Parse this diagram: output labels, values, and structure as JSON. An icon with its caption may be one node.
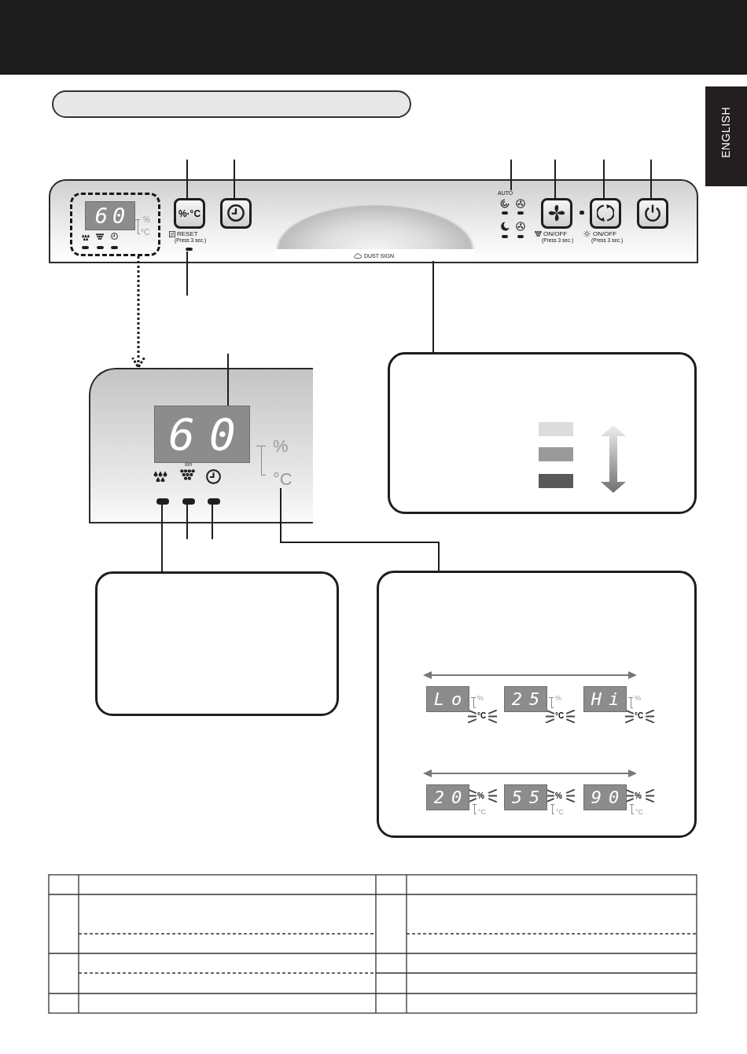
{
  "diagram": {
    "nodes": [
      {
        "text": [
          "ENGLISH"
        ]
      },
      {
        "text": [],
        "shape": "box"
      },
      {
        "text": [],
        "shape": "box",
        "in": 1
      },
      {
        "text": [
          "60"
        ],
        "in": 2
      },
      {
        "text": [
          "%·°C"
        ],
        "in": 1
      },
      {
        "text": [
          "RESET",
          "(Press 3 sec.)"
        ],
        "in": 1
      },
      {
        "text": [],
        "shape": "box",
        "in": 1
      },
      {
        "text": [
          "DUST SIGN"
        ],
        "in": 1
      },
      {
        "text": [
          "AUTO"
        ],
        "in": 1
      },
      {
        "text": [],
        "shape": "box",
        "in": 1,
        "beside": [
          "ON/OFF",
          "(Press 3 sec.)"
        ]
      },
      {
        "text": [],
        "shape": "box",
        "in": 1,
        "beside": [
          "ON/OFF",
          "(Press 3 sec.)"
        ]
      },
      {
        "text": [],
        "shape": "box",
        "in": 1
      },
      {
        "text": [],
        "shape": "box"
      },
      {
        "text": [
          "60"
        ],
        "in": 12
      },
      {
        "text": [
          "°C"
        ],
        "in": 12
      },
      {
        "text": [],
        "shape": "bar",
        "in": 12
      },
      {
        "text": [],
        "shape": "bar",
        "in": 12
      },
      {
        "text": [],
        "shape": "bar",
        "in": 12
      },
      {
        "text": [],
        "shape": "box"
      },
      {
        "text": [],
        "shape": "box"
      },
      {
        "text": [],
        "shape": "box"
      },
      {
        "text": [
          "Lo"
        ],
        "in": 20
      },
      {
        "text": [
          "25"
        ],
        "in": 20
      },
      {
        "text": [
          "Hi"
        ],
        "in": 20
      },
      {
        "text": [
          "20"
        ],
        "in": 20
      },
      {
        "text": [
          "55"
        ],
        "in": 20
      },
      {
        "text": [
          "90"
        ],
        "in": 20
      }
    ],
    "edges": [
      {
        "from": null,
        "to": 4,
        "arrow": "none"
      },
      {
        "from": null,
        "to": 6,
        "arrow": "none"
      },
      {
        "from": null,
        "to": 8,
        "arrow": "none"
      },
      {
        "from": null,
        "to": 9,
        "arrow": "none"
      },
      {
        "from": null,
        "to": 10,
        "arrow": "none"
      },
      {
        "from": null,
        "to": 11,
        "arrow": "none"
      },
      {
        "from": null,
        "to": 5,
        "arrow": "none"
      },
      {
        "from": 2,
        "to": 12,
        "arrow": "to",
        "style": "dashed"
      },
      {
        "from": 7,
        "to": 18,
        "arrow": "none"
      },
      {
        "from": null,
        "to": 13,
        "arrow": "none"
      },
      {
        "from": 15,
        "to": 19,
        "arrow": "none"
      },
      {
        "from": null,
        "to": 16,
        "arrow": "none"
      },
      {
        "from": null,
        "to": 17,
        "arrow": "none"
      },
      {
        "from": 14,
        "to": 20,
        "arrow": "none"
      }
    ],
    "labels": [
      "%",
      "°C",
      "%",
      "Ion",
      "%",
      "°C",
      "%",
      "°C",
      "%",
      "°C",
      "%",
      "°C",
      "%",
      "°C",
      "%",
      "°C"
    ]
  }
}
